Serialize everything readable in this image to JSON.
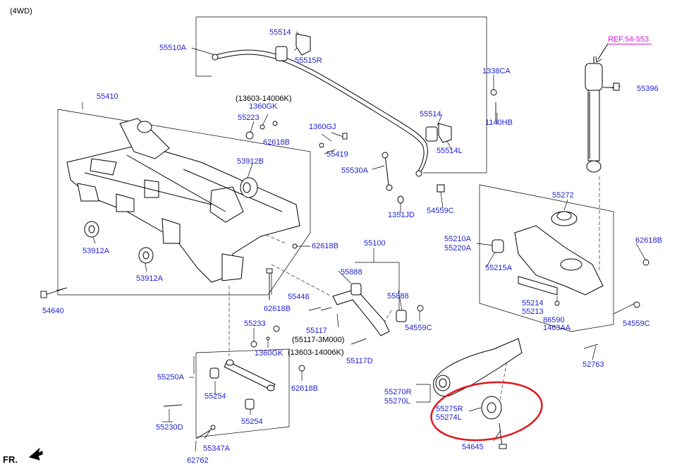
{
  "header": {
    "drive_type": "(4WD)"
  },
  "orientation": {
    "front_label": "FR."
  },
  "reference": {
    "label": "REF.54-553"
  },
  "parts": {
    "p55510A": "55510A",
    "p55514_top": "55514",
    "p55515R": "55515R",
    "p1338CA": "1338CA",
    "p55396": "55396",
    "p55514_mid": "55514",
    "p1140HB": "1140HB",
    "p55514L": "55514L",
    "p55410": "55410",
    "note_13603_top": "(13603-14006K)",
    "p1360GK_top": "1360GK",
    "p55223": "55223",
    "p62618B_a": "62618B",
    "p1360GJ": "1360GJ",
    "p55419": "55419",
    "p53912B": "53912B",
    "p55530A": "55530A",
    "p54559C_a": "54559C",
    "p1351JD": "1351JD",
    "p55272": "55272",
    "p55210A": "55210A",
    "p55220A": "55220A",
    "p62618B_b": "62618B",
    "p53912A_a": "53912A",
    "p53912A_b": "53912A",
    "p62618B_c": "62618B",
    "p55100": "55100",
    "p55888_a": "55888",
    "p55888_b": "55888",
    "p55215A": "55215A",
    "p54640": "54640",
    "p55448": "55448",
    "p62618B_d": "62618B",
    "p55214": "55214",
    "p55213": "55213",
    "p86590": "86590",
    "p1463AA": "1463AA",
    "p54559C_b": "54559C",
    "p55233": "55233",
    "p55117": "55117",
    "p54559C_c": "54559C",
    "note_55117_3M000": "(55117-3M000)",
    "p1360GK_bot": "1360GK",
    "note_13603_bot": "(13603-14006K)",
    "p55117D": "55117D",
    "p52763": "52763",
    "p55250A": "55250A",
    "p55254_a": "55254",
    "p62618B_e": "62618B",
    "p55270R": "55270R",
    "p55270L": "55270L",
    "p55275R": "55275R",
    "p55274L": "55274L",
    "p55230D": "55230D",
    "p55254_b": "55254",
    "p55347A": "55347A",
    "p54645": "54645",
    "p62762": "62762"
  },
  "colors": {
    "part_label": "#1f1fd0",
    "reference": "#d81bd8",
    "highlight": "#e0161b",
    "line": "#000000"
  }
}
